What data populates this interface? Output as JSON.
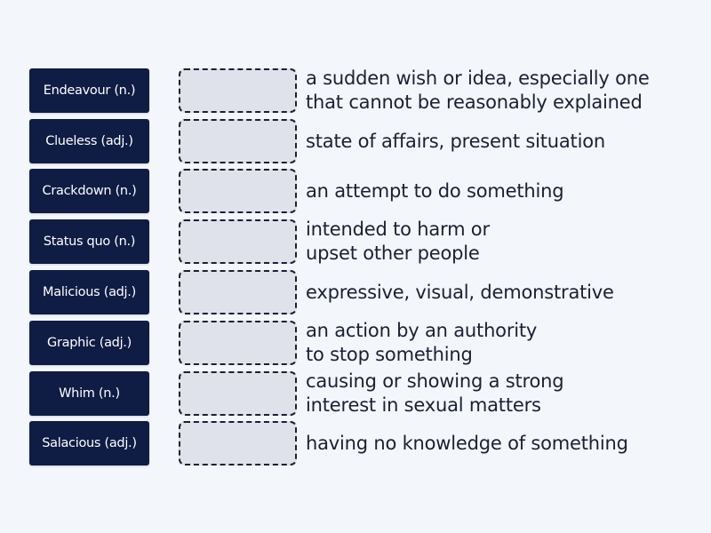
{
  "colors": {
    "background": "#f3f6fb",
    "tile": "#0f1c44",
    "tile_text": "#ffffff",
    "drop_fill": "#dfe2ea",
    "drop_border": "#1b2033",
    "definition_text": "#1b2033"
  },
  "tiles": [
    {
      "label": "Endeavour (n.)"
    },
    {
      "label": "Clueless (adj.)"
    },
    {
      "label": "Crackdown (n.)"
    },
    {
      "label": "Status quo (n.)"
    },
    {
      "label": "Malicious (adj.)"
    },
    {
      "label": "Graphic (adj.)"
    },
    {
      "label": "Whim (n.)"
    },
    {
      "label": "Salacious (adj.)"
    }
  ],
  "definitions": [
    {
      "line1": "a sudden wish or idea, especially one",
      "line2": "that cannot be reasonably explained"
    },
    {
      "line1": "state of affairs, present situation",
      "line2": ""
    },
    {
      "line1": "an attempt to do something",
      "line2": ""
    },
    {
      "line1": "intended to harm or",
      "line2": "upset other people"
    },
    {
      "line1": "expressive, visual, demonstrative",
      "line2": ""
    },
    {
      "line1": "an action by an authority",
      "line2": "to stop something"
    },
    {
      "line1": "causing or showing a strong",
      "line2": "interest in sexual matters"
    },
    {
      "line1": "having no knowledge of something",
      "line2": ""
    }
  ]
}
